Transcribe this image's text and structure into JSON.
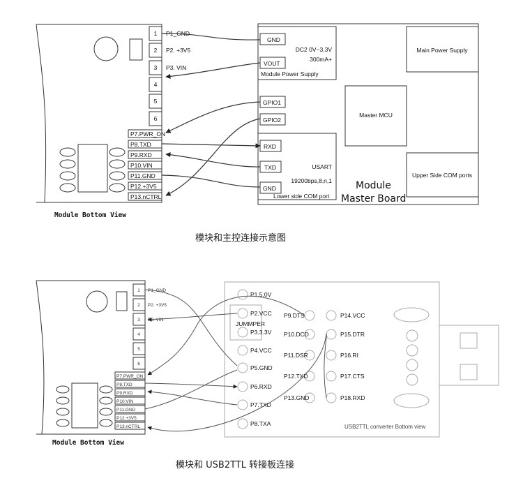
{
  "diagram1": {
    "module_view_label": "Module Bottom View",
    "pin_numbers": [
      "1",
      "2",
      "3",
      "4",
      "5",
      "6"
    ],
    "pin_labels_top": [
      "P1_GND",
      "P2. +3V5",
      "P3. VIN"
    ],
    "pin_labels_side": [
      "P7.PWR_ON",
      "P8.TXD",
      "P9.RXD",
      "P10.VIN",
      "P11.GND",
      "P12.+3V5",
      "P13.nCTRL"
    ],
    "master": {
      "gnd": "GND",
      "vout": "VOUT",
      "dc_line1": "DC2 0V~3.3V",
      "dc_line2": "300mA+",
      "module_power_supply": "Module Power Supply",
      "gpio1": "GPIO1",
      "gpio2": "GPIO2",
      "rxd": "RXD",
      "txd": "TXD",
      "usart": "USART",
      "baud": "19200bps,8,n,1",
      "gnd2": "GND",
      "lower_com": "Lower side COM  port",
      "main_power": "Main Power Supply",
      "mcu": "Master MCU",
      "upper_com": "Upper Side COM  ports",
      "title_line1": "Module",
      "title_line2": "Master Board"
    },
    "caption": "模块和主控连接示意图"
  },
  "diagram2": {
    "module_view_label": "Module Bottom View",
    "pin_numbers": [
      "1",
      "2",
      "3",
      "4",
      "5",
      "6"
    ],
    "pin_labels_top": [
      "P1_GND",
      "P2. +3V5",
      "P3. VIN"
    ],
    "pin_labels_side": [
      "P7.PWR_ON",
      "P8.TXD",
      "P9.RXD",
      "P10.VIN",
      "P11.GND",
      "P12.+3V5",
      "P13.nCTRL"
    ],
    "usb": {
      "left_pins": [
        "P1.5.0V",
        "P2.VCC",
        "P3.3.3V",
        "P4.VCC",
        "P5.GND",
        "P6.RXD",
        "P7.TXD",
        "P8.TXA"
      ],
      "jummper": "JUMMPER",
      "mid_pins": [
        "P9.DTS",
        "P10.DCD",
        "P11.DSR",
        "P12.TXD",
        "P13.GND"
      ],
      "right_pins": [
        "P14.VCC",
        "P15.DTR",
        "P16.RI",
        "P17.CTS",
        "P18.RXD"
      ],
      "bottom_label": "USB2TTL converter Bottom view"
    },
    "caption": "模块和 USB2TTL 转接板连接"
  }
}
